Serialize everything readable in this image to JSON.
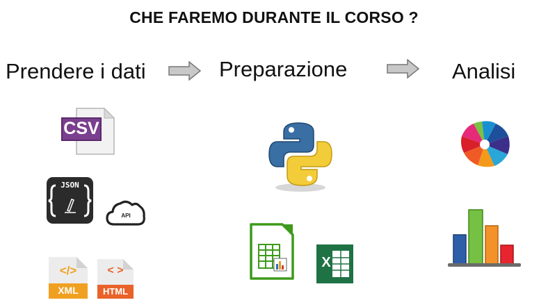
{
  "title": "CHE FAREMO DURANTE IL CORSO ?",
  "stages": [
    {
      "label": "Prendere i dati"
    },
    {
      "label": "Preparazione"
    },
    {
      "label": "Analisi"
    }
  ],
  "icons": {
    "csv": {
      "name": "csv-file-icon",
      "text": "CSV"
    },
    "json": {
      "name": "json-icon",
      "text": "JSON"
    },
    "api": {
      "name": "api-cloud-icon",
      "text": "API"
    },
    "xml": {
      "name": "xml-file-icon",
      "text": "XML",
      "symbol": "</>"
    },
    "html": {
      "name": "html-file-icon",
      "text": "HTML",
      "symbol": "< >"
    },
    "python": {
      "name": "python-logo-icon"
    },
    "calc": {
      "name": "spreadsheet-calc-icon"
    },
    "excel": {
      "name": "excel-icon",
      "text": "X"
    },
    "colorwheel": {
      "name": "color-wheel-icon"
    },
    "barchart": {
      "name": "bar-chart-icon"
    }
  },
  "colors": {
    "arrow": "#c0c0c0",
    "csv_label": "#7b3f8f",
    "xml_orange": "#f0a020",
    "html_orange": "#e8622a",
    "python_blue": "#3a6fa4",
    "python_yellow": "#f3cc3a",
    "excel_green": "#1f7244"
  }
}
